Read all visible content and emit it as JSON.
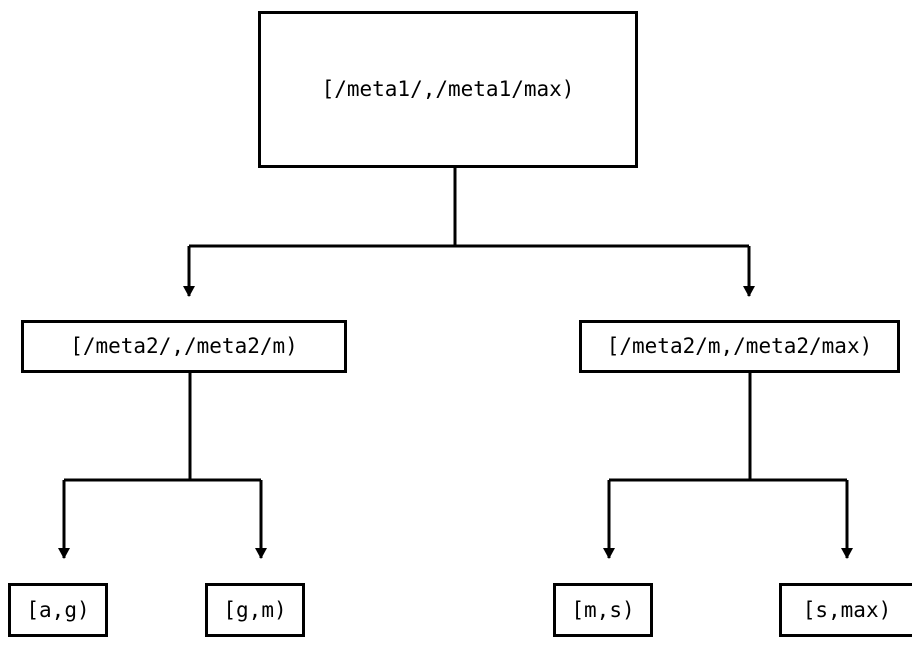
{
  "diagram": {
    "type": "tree",
    "title": "",
    "stroke_color": "#000000",
    "fill_color": "#ffffff",
    "background": "#ffffff",
    "arrowhead": "filled-triangle-down",
    "levels": 3,
    "nodes": {
      "root": {
        "id": "root",
        "label": "[/meta1/,/meta1/max)"
      },
      "mid_left": {
        "id": "mid-left",
        "label": "[/meta2/,/meta2/m)"
      },
      "mid_right": {
        "id": "mid-right",
        "label": "[/meta2/m,/meta2/max)"
      },
      "leaves": [
        {
          "id": "leaf-a-g",
          "label": "[a,g)"
        },
        {
          "id": "leaf-g-m",
          "label": "[g,m)"
        },
        {
          "id": "leaf-m-s",
          "label": "[m,s)"
        },
        {
          "id": "leaf-s-max",
          "label": "[s,max)"
        }
      ]
    },
    "edges": [
      {
        "from": "root",
        "to": "mid-left"
      },
      {
        "from": "root",
        "to": "mid-right"
      },
      {
        "from": "mid-left",
        "to": "leaf-a-g"
      },
      {
        "from": "mid-left",
        "to": "leaf-g-m"
      },
      {
        "from": "mid-right",
        "to": "leaf-m-s"
      },
      {
        "from": "mid-right",
        "to": "leaf-s-max"
      }
    ]
  }
}
